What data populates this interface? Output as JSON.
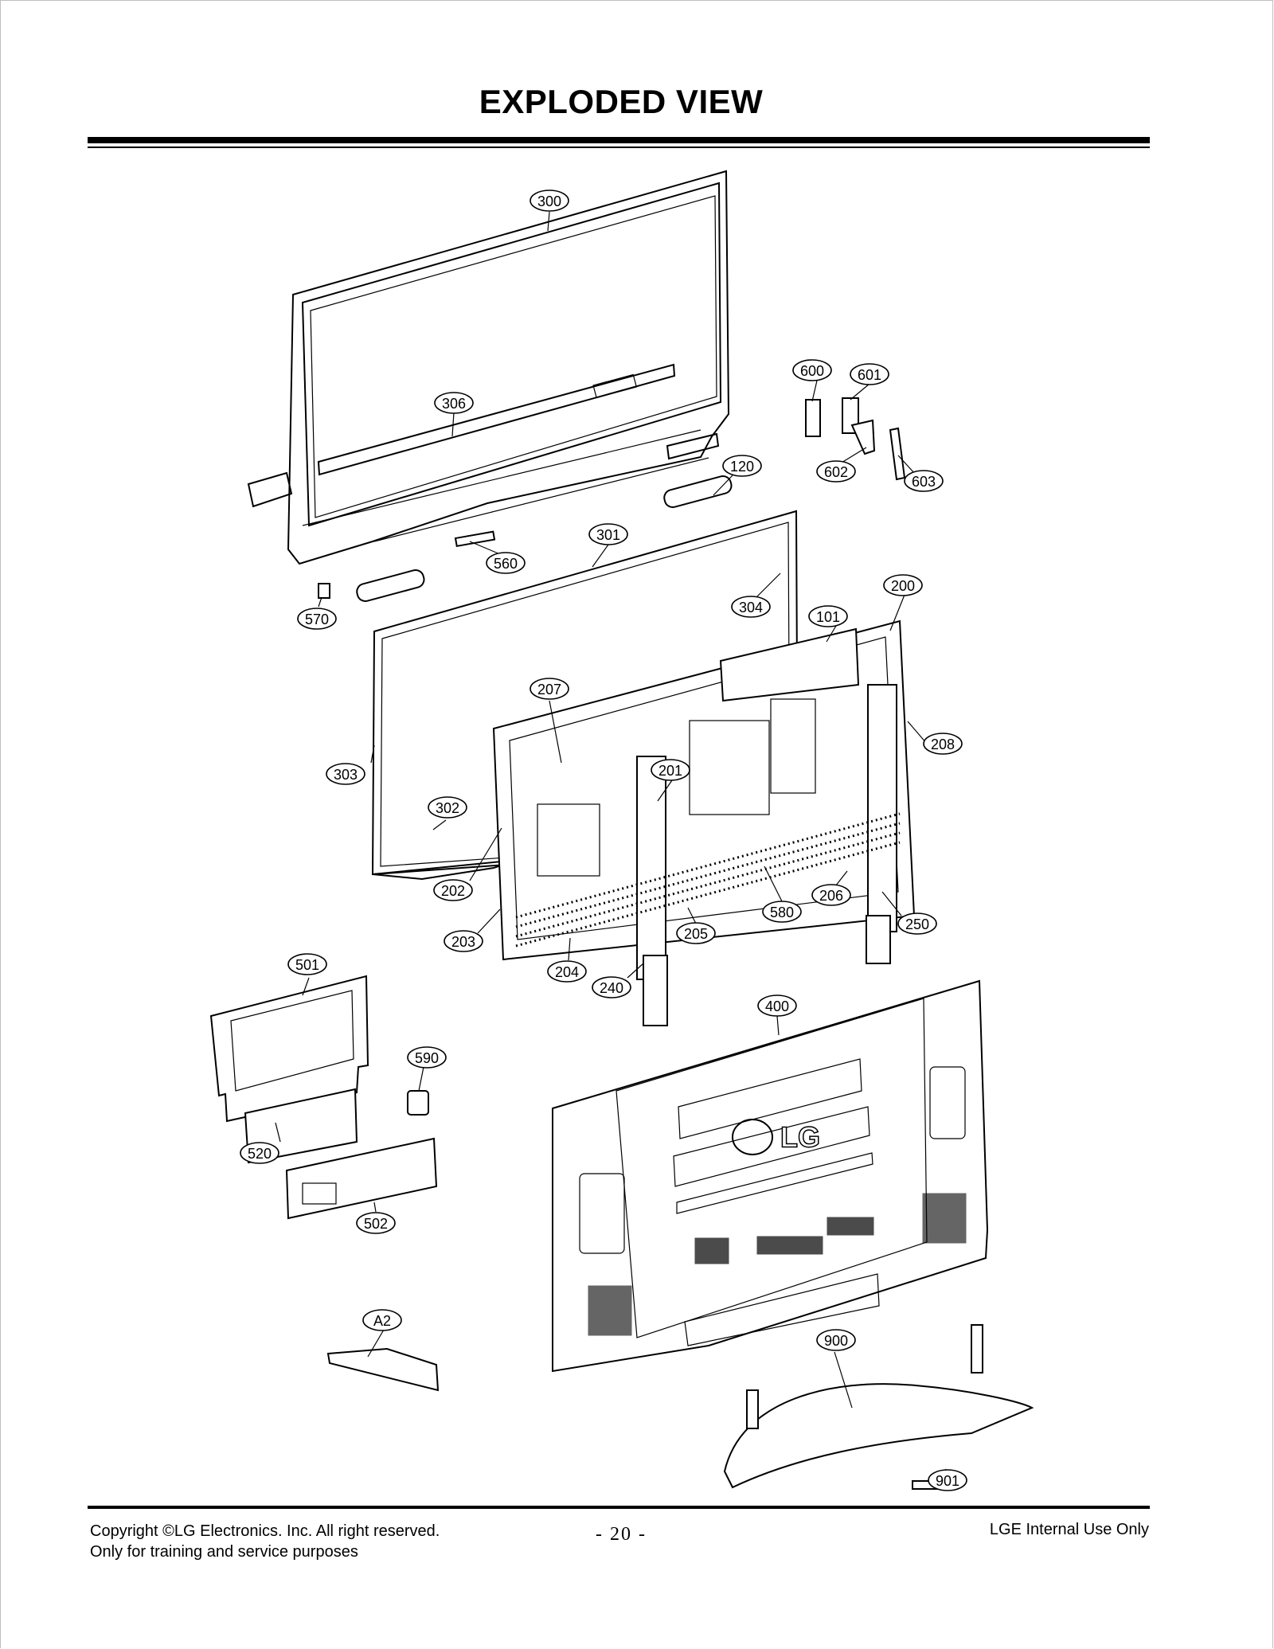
{
  "page": {
    "title": "EXPLODED VIEW",
    "page_number": "- 20 -",
    "footer_left_line1": "Copyright ©LG Electronics. Inc. All right reserved.",
    "footer_left_line2": "Only for training and service purposes",
    "footer_right": "LGE Internal Use Only"
  },
  "diagram": {
    "logo_text": "LG",
    "part_labels": [
      "300",
      "306",
      "600",
      "601",
      "602",
      "603",
      "120",
      "560",
      "570",
      "301",
      "304",
      "200",
      "101",
      "207",
      "201",
      "208",
      "303",
      "302",
      "202",
      "203",
      "204",
      "205",
      "206",
      "580",
      "250",
      "240",
      "501",
      "590",
      "400",
      "520",
      "502",
      "A2",
      "900",
      "901"
    ]
  }
}
